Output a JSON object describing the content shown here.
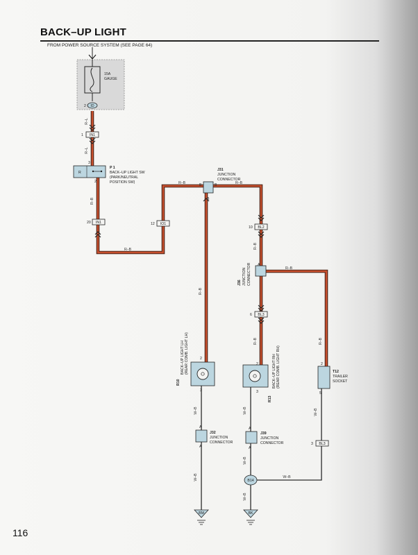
{
  "page": {
    "title": "BACK–UP LIGHT",
    "source_note": "FROM POWER SOURCE SYSTEM (SEE PAGE 64)",
    "page_number": "116"
  },
  "colors": {
    "wire_red": "#c8502e",
    "wire_edge": "#4a2418",
    "wire_black": "#2b2b2b",
    "component_fill": "#bcd6e0",
    "fuse_box_fill": "#d9d9d9"
  },
  "fuse": {
    "rating": "15A",
    "name": "GAUGE",
    "pin": "2",
    "connector": "ID"
  },
  "wire_labels": {
    "r_l": "R–L",
    "r_b": "R–B",
    "w_b": "W–B"
  },
  "connectors": {
    "c_1n1": {
      "id": "IN1",
      "pin": "1"
    },
    "c_20n1": {
      "id": "IN1",
      "pin": "20"
    },
    "c_12o1": {
      "id": "IO1",
      "pin": "12"
    },
    "c_10bl2": {
      "id": "BL2",
      "pin": "10"
    },
    "c_6bl3": {
      "id": "BL3",
      "pin": "6"
    },
    "c_3bl3": {
      "id": "BL3",
      "pin": "3"
    }
  },
  "components": {
    "p1": {
      "code": "P 1",
      "line1": "BACK–UP LIGHT SW",
      "line2": "(PARK/NEUTRAL",
      "line3": "POSITION SW)",
      "pin_r": "R",
      "pin_top": "3",
      "pin_bottom": "2"
    },
    "j31": {
      "code": "J31",
      "line1": "JUNCTION",
      "line2": "CONNECTOR",
      "pin_left": "B",
      "pin_right": "B",
      "pin_bottom": "B"
    },
    "j36": {
      "code": "J36",
      "line1": "JUNCTION",
      "line2": "CONNECTOR",
      "pin": "A"
    },
    "r10": {
      "code": "R10",
      "line1": "BACK–UP LIGHT LH",
      "line2": "(REAR COMB. LIGHT LH)",
      "pin_top": "2",
      "pin_bottom": "3"
    },
    "r13": {
      "code": "R13",
      "line1": "BACK–UP LIGHT RH",
      "line2": "(REAR COMB. LIGHT RH)",
      "pin_top": "2",
      "pin_bottom": "3"
    },
    "t12": {
      "code": "T12",
      "line1": "TRAILER",
      "line2": "SOCKET",
      "pin_top": "2",
      "pin_bottom": "5"
    },
    "j32": {
      "code": "J32",
      "line1": "JUNCTION",
      "line2": "CONNECTOR",
      "pin": "A"
    },
    "j39": {
      "code": "J39",
      "line1": "JUNCTION",
      "line2": "CONNECTOR",
      "pin": "A"
    },
    "b14": {
      "code": "B14"
    }
  },
  "grounds": {
    "bm": {
      "code": "BM"
    },
    "bk": {
      "code": "BK"
    }
  }
}
